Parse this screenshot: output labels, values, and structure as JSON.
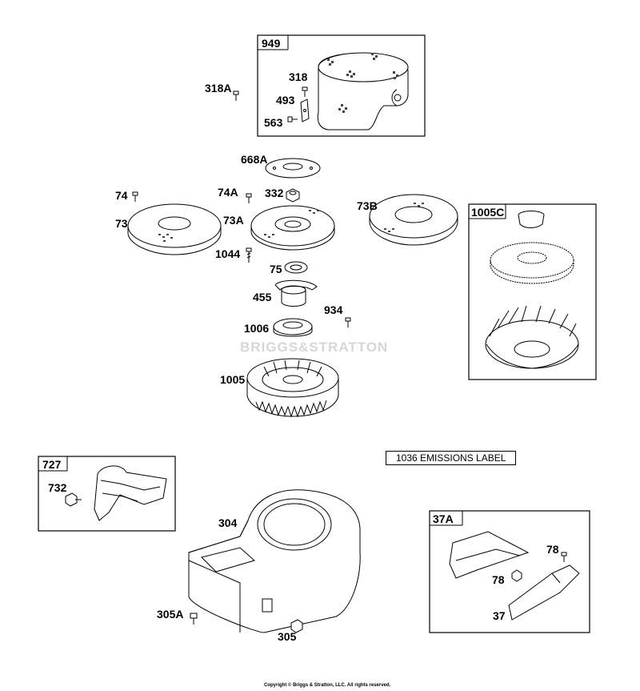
{
  "watermark": "BRIGGS&STRATTON",
  "copyright": "Copyright © Briggs & Stratton, LLC. All rights reserved.",
  "emissions_label": "1036 EMISSIONS LABEL",
  "groups": {
    "g949": "949",
    "g1005c": "1005C",
    "g727": "727",
    "g37a": "37A"
  },
  "parts": {
    "p318a": "318A",
    "p318": "318",
    "p493": "493",
    "p563": "563",
    "p668a": "668A",
    "p74": "74",
    "p74a": "74A",
    "p332": "332",
    "p73b": "73B",
    "p73": "73",
    "p73a": "73A",
    "p1044": "1044",
    "p75": "75",
    "p455": "455",
    "p934": "934",
    "p1006": "1006",
    "p1005": "1005",
    "p732": "732",
    "p304": "304",
    "p305a": "305A",
    "p305": "305",
    "p78a": "78",
    "p78b": "78",
    "p37": "37"
  }
}
